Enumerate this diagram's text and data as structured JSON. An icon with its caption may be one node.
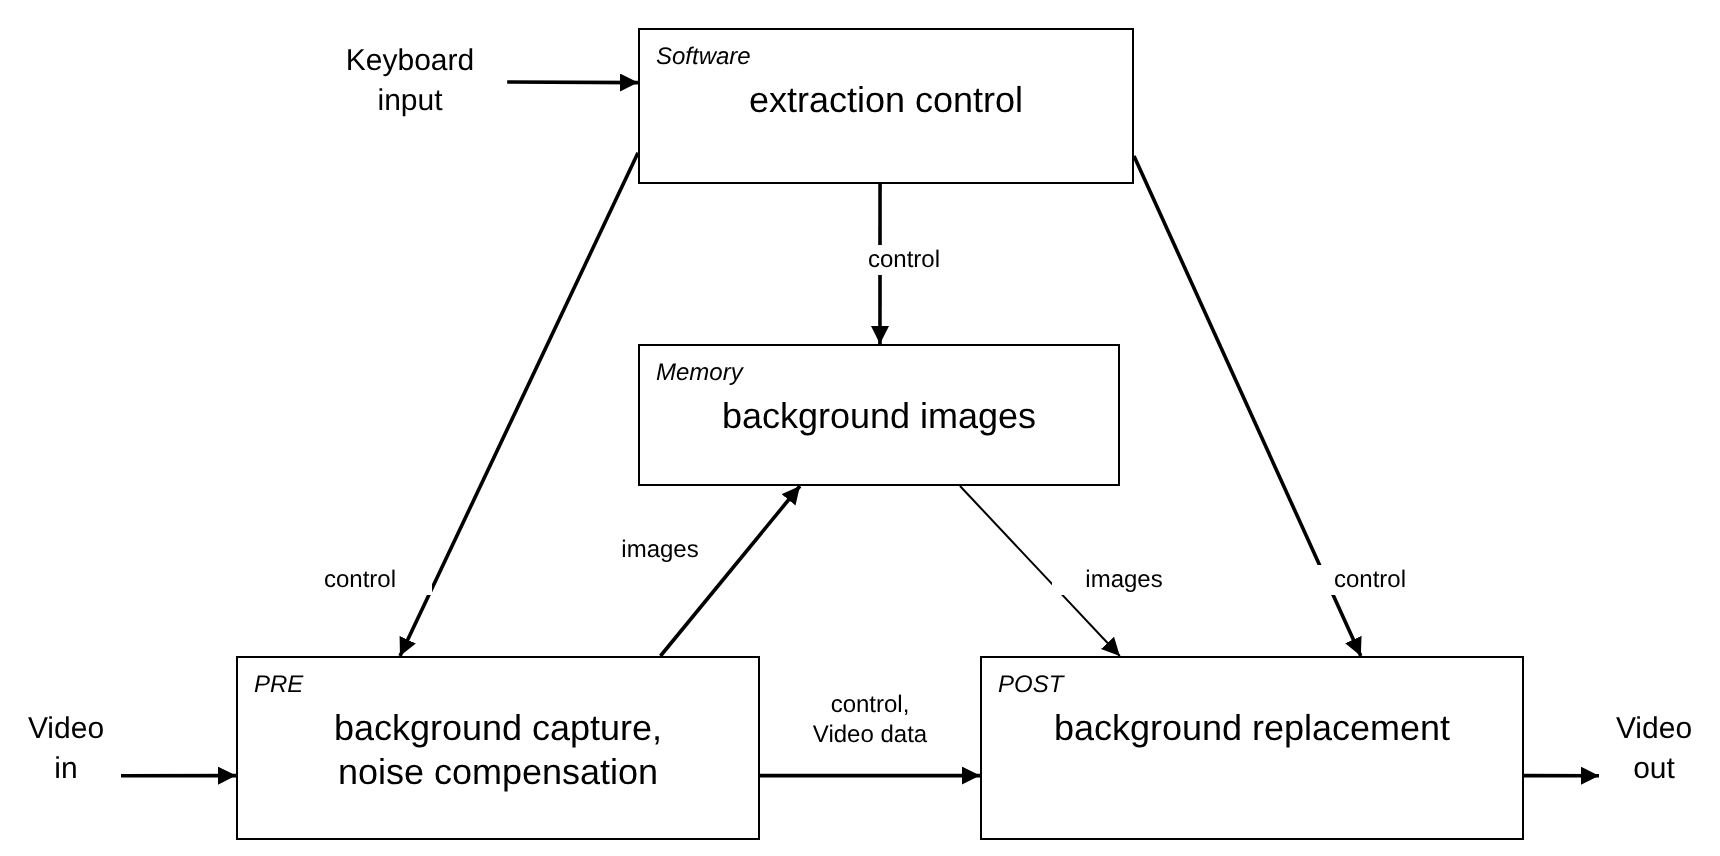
{
  "diagram": {
    "nodes": [
      {
        "text": [
          "Keyboard input"
        ]
      },
      {
        "text": [
          "Software",
          "extraction control"
        ]
      },
      {
        "text": [
          "Memory",
          "background images"
        ]
      },
      {
        "text": [
          "Video in"
        ]
      },
      {
        "text": [
          "PRE",
          "background capture, noise compensation"
        ]
      },
      {
        "text": [
          "POST",
          "background replacement"
        ]
      },
      {
        "text": [
          "Video out"
        ]
      }
    ],
    "edges": [
      {
        "from": 0,
        "to": 1,
        "arrow": "to"
      },
      {
        "from": 1,
        "to": 2,
        "arrow": "to",
        "label": "control"
      },
      {
        "from": 1,
        "to": 4,
        "arrow": "to",
        "label": "control"
      },
      {
        "from": 1,
        "to": 5,
        "arrow": "to",
        "label": "control"
      },
      {
        "from": 4,
        "to": 2,
        "arrow": "to",
        "label": "images"
      },
      {
        "from": 2,
        "to": 5,
        "arrow": "to",
        "label": "images"
      },
      {
        "from": 4,
        "to": 5,
        "arrow": "to",
        "label": "control, Video data"
      },
      {
        "from": 3,
        "to": 4,
        "arrow": "to"
      },
      {
        "from": 5,
        "to": 6,
        "arrow": "to"
      }
    ]
  }
}
